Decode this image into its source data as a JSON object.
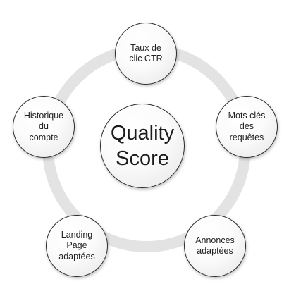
{
  "diagram": {
    "center": {
      "lines": [
        "Quality",
        "Score"
      ]
    },
    "satellites": [
      {
        "id": "top",
        "lines": [
          "Taux de",
          "clic CTR"
        ]
      },
      {
        "id": "right",
        "lines": [
          "Mots clés",
          "des",
          "requêtes"
        ]
      },
      {
        "id": "bottom-right",
        "lines": [
          "Annonces",
          "adaptées"
        ]
      },
      {
        "id": "bottom-left",
        "lines": [
          "Landing",
          "Page",
          "adaptées"
        ]
      },
      {
        "id": "left",
        "lines": [
          "Historique",
          "du",
          "compte"
        ]
      }
    ]
  },
  "colors": {
    "ring": "#e3e3e3",
    "border": "#2a2a2a",
    "text": "#222222"
  }
}
